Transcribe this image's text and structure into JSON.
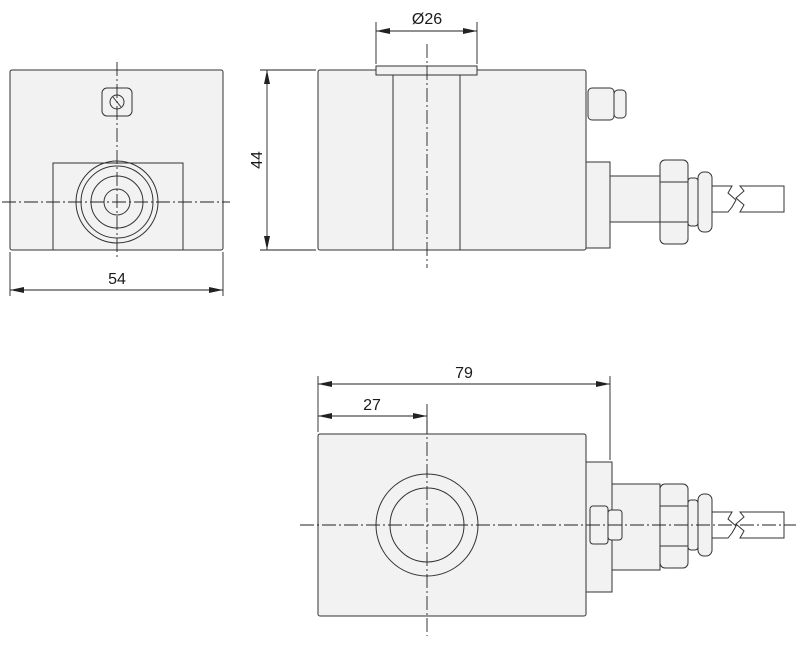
{
  "dimensions": {
    "width": "54",
    "height": "44",
    "bore_diameter": "Ø26",
    "length": "79",
    "center_offset": "27"
  },
  "colors": {
    "body_fill": "#f2f2f2",
    "line": "#333333",
    "background": "#ffffff"
  }
}
